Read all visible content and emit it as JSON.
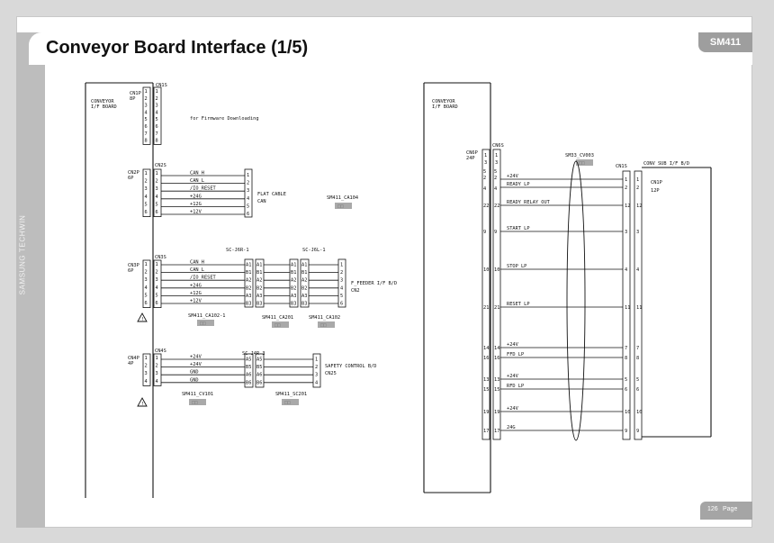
{
  "header": {
    "title": "Conveyor Board Interface (1/5)",
    "model": "SM411"
  },
  "sidebar": {
    "text": "SAMSUNG TECHWIN"
  },
  "footer": {
    "page_number": "126",
    "page_word": "Page"
  },
  "left_diagram": {
    "board_label": [
      "CONVEYOR",
      "I/F BOARD"
    ],
    "cn1": {
      "name": "CN1P",
      "pins": "8P",
      "housing": "CN1S",
      "pin_numbers": [
        "1",
        "2",
        "3",
        "4",
        "5",
        "6",
        "7",
        "8"
      ],
      "note": "for Firmware Downloading"
    },
    "cn2": {
      "name": "CN2P",
      "pins": "6P",
      "housing": "CN2S",
      "pin_numbers": [
        "1",
        "2",
        "3",
        "4",
        "5",
        "6"
      ],
      "signals": [
        "CAN_H",
        "CAN_L",
        "/IO_RESET",
        "+24G",
        "+12G",
        "+12V"
      ],
      "target_pins": [
        "1",
        "2",
        "3",
        "4",
        "5",
        "6"
      ],
      "target_label": [
        "FLAT CABLE",
        "CAN"
      ],
      "cable": "SM411_CA104",
      "cable_tag": "□□"
    },
    "cn3": {
      "name": "CN3P",
      "pins": "6P",
      "housing": "CN3S",
      "pin_numbers": [
        "1",
        "2",
        "3",
        "4",
        "5",
        "6"
      ],
      "signals": [
        "CAN_H",
        "CAN_L",
        "/IO_RESET",
        "+24G",
        "+12G",
        "+12V"
      ],
      "connector1": "SC-J6R-1",
      "connector2": "SC-J6L-1",
      "j1": [
        "A1",
        "B1",
        "A2",
        "B2",
        "A3",
        "B3"
      ],
      "j2": [
        "A1",
        "B1",
        "A2",
        "B2",
        "A3",
        "B3"
      ],
      "target_pins": [
        "1",
        "2",
        "3",
        "4",
        "5",
        "6"
      ],
      "target_label": [
        "F_FEEDER I/F B/D",
        "CN2"
      ],
      "cables": [
        "SM411_CA102-1",
        "SM411_CA201",
        "SM411_CA102"
      ],
      "cable_tags": [
        "□□",
        "□□",
        "□□"
      ]
    },
    "cn4": {
      "name": "CN4P",
      "pins": "4P",
      "housing": "CN4S",
      "pin_numbers": [
        "1",
        "2",
        "3",
        "4"
      ],
      "signals": [
        "+24V",
        "+24V",
        "GND",
        "GND"
      ],
      "connector": "SC-J4R-3",
      "j1": [
        "A5",
        "B5",
        "A6",
        "B6"
      ],
      "target_pins": [
        "1",
        "2",
        "3",
        "4"
      ],
      "target_label": [
        "SAFETY CONTROL B/D",
        "CN25"
      ],
      "cables": [
        "SM411_CV101",
        "SM411_SC201"
      ],
      "cable_tags": [
        "□□",
        "□□"
      ]
    }
  },
  "right_diagram": {
    "board_label": [
      "CONVEYOR",
      "I/F BOARD"
    ],
    "cn6": {
      "name": "CN6P",
      "pins": "24P",
      "housing": "CN6S"
    },
    "cable": "SM33_CV003",
    "cable_tag": "□□",
    "target_housing": "CN1S",
    "target_label": "CONV SUB I/F B/D",
    "target_name": "CN1P",
    "target_pins": "12P",
    "top_pins": [
      "1",
      "3"
    ],
    "rows": [
      {
        "src": [
          "5",
          "2",
          "4"
        ],
        "signals": [
          "+24V",
          "READY LP"
        ],
        "dst": [
          "1",
          "2"
        ]
      },
      {
        "src": [
          "22"
        ],
        "signals": [
          "READY RELAY OUT"
        ],
        "dst": [
          "12"
        ]
      },
      {
        "src": [
          "9"
        ],
        "signals": [
          "START LP"
        ],
        "dst": [
          "3"
        ]
      },
      {
        "src": [
          "10"
        ],
        "signals": [
          "STOP LP"
        ],
        "dst": [
          "4"
        ]
      },
      {
        "src": [
          "21"
        ],
        "signals": [
          "RESET LP"
        ],
        "dst": [
          "11"
        ]
      },
      {
        "src": [
          "14",
          "16"
        ],
        "signals": [
          "+24V",
          "FFD LP"
        ],
        "dst": [
          "7",
          "8"
        ]
      },
      {
        "src": [
          "13",
          "15"
        ],
        "signals": [
          "+24V",
          "RFD LP"
        ],
        "dst": [
          "5",
          "6"
        ]
      },
      {
        "src": [
          "19"
        ],
        "signals": [
          "+24V"
        ],
        "dst": [
          "10"
        ]
      },
      {
        "src": [
          "17"
        ],
        "signals": [
          "24G"
        ],
        "dst": [
          "9"
        ]
      }
    ]
  }
}
